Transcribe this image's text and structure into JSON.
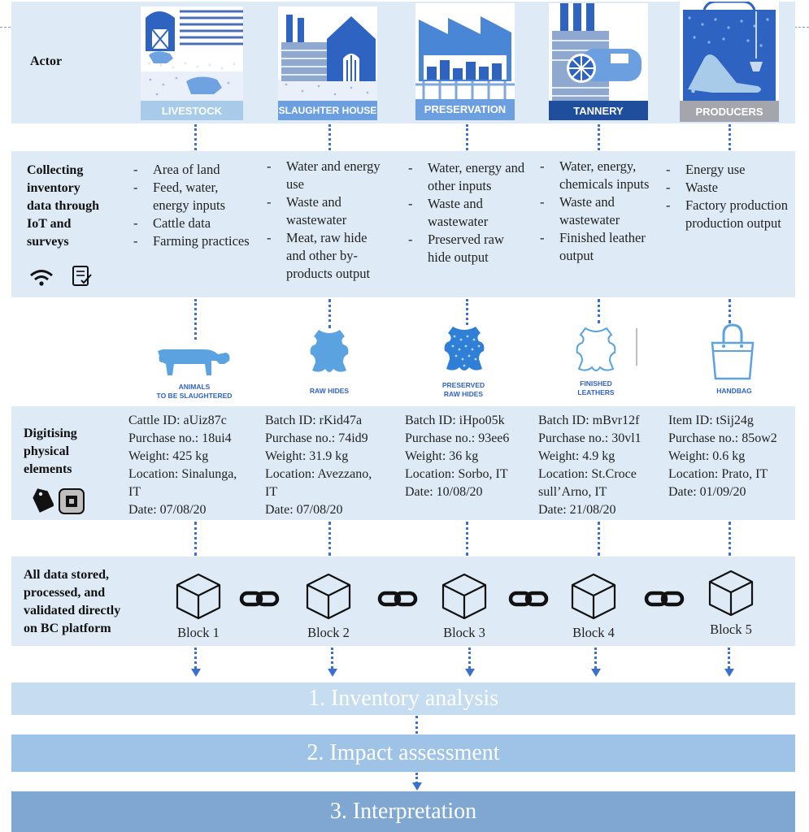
{
  "rows": {
    "actor": "Actor",
    "collecting": [
      "Collecting",
      "inventory",
      "data through",
      "IoT and",
      "surveys"
    ],
    "digitising": [
      "Digitising",
      "physical",
      "elements"
    ],
    "stored": [
      "All data stored,",
      "processed, and",
      "validated  directly",
      "on BC platform"
    ]
  },
  "actors": [
    {
      "label": "LIVESTOCK",
      "icon": "farm-icon"
    },
    {
      "label": "SLAUGHTER HOUSE",
      "icon": "factory-icon"
    },
    {
      "label": "PRESERVATION",
      "icon": "warehouse-icon"
    },
    {
      "label": "TANNERY",
      "icon": "tannery-icon"
    },
    {
      "label": "PRODUCERS",
      "icon": "handbag-shoe-icon"
    }
  ],
  "inventory": [
    [
      "Area of land",
      "Feed, water, energy inputs",
      "Cattle data",
      "Farming practices"
    ],
    [
      "Water and energy use",
      "Waste and wastewater",
      "Meat, raw hide and other by-products output"
    ],
    [
      "Water, energy and other inputs",
      "Waste and wastewater",
      "Preserved raw hide output"
    ],
    [
      "Water, energy, chemicals inputs",
      "Waste and wastewater",
      "Finished leather output"
    ],
    [
      "Energy use",
      "Waste",
      "Factory production production output"
    ]
  ],
  "items": [
    {
      "caption": [
        "ANIMALS",
        "TO BE SLAUGHTERED"
      ],
      "icon": "cow-icon"
    },
    {
      "caption": [
        "RAW HIDES"
      ],
      "icon": "hide-icon"
    },
    {
      "caption": [
        "PRESERVED",
        "RAW HIDES"
      ],
      "icon": "preserved-hide-icon"
    },
    {
      "caption": [
        "FINISHED",
        "LEATHERS"
      ],
      "icon": "leather-icon"
    },
    {
      "caption": [
        "HANDBAG"
      ],
      "icon": "handbag-icon"
    }
  ],
  "records": [
    [
      "Cattle ID: aUiz87c",
      "Purchase no.: 18ui4",
      "Weight: 425 kg",
      "Location: Sinalunga,",
      "IT",
      "Date: 07/08/20"
    ],
    [
      "Batch ID: rKid47a",
      "Purchase no.: 74id9",
      "Weight: 31.9 kg",
      "Location: Avezzano,",
      "IT",
      "Date: 07/08/20"
    ],
    [
      "Batch ID: iHpo05k",
      "Purchase no.: 93ee6",
      "Weight: 36 kg",
      "Location: Sorbo, IT",
      "Date: 10/08/20"
    ],
    [
      "Batch ID: mBvr12f",
      "Purchase no.: 30vl1",
      "Weight: 4.9 kg",
      "Location: St.Croce",
      "sull’Arno, IT",
      "Date: 21/08/20"
    ],
    [
      "Item ID: tSij24g",
      "Purchase no.: 85ow2",
      "Weight: 0.6 kg",
      "Location: Prato, IT",
      "Date: 01/09/20"
    ]
  ],
  "blocks": [
    "Block 1",
    "Block 2",
    "Block 3",
    "Block 4",
    "Block 5"
  ],
  "phases": [
    "1. Inventory analysis",
    "2. Impact assessment",
    "3. Interpretation"
  ],
  "colors": {
    "band": "#deebf6",
    "accent": "#3b6fd0",
    "phase1": "#c5dcf1",
    "phase2": "#9fc3e6",
    "phase3": "#7fa7d2"
  }
}
